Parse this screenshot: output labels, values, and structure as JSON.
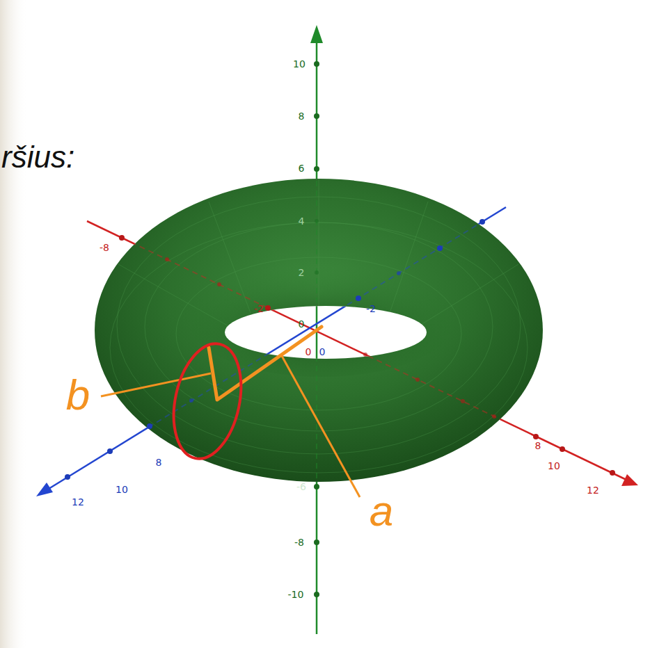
{
  "diagram": {
    "labels": [
      "ršius:",
      "10",
      "8",
      "6",
      "4",
      "2",
      "0",
      "-6",
      "-8",
      "-10",
      "-8",
      "-2",
      "8",
      "10",
      "12",
      "-2",
      "0",
      "0",
      "8",
      "10",
      "12",
      "b",
      "a"
    ]
  }
}
